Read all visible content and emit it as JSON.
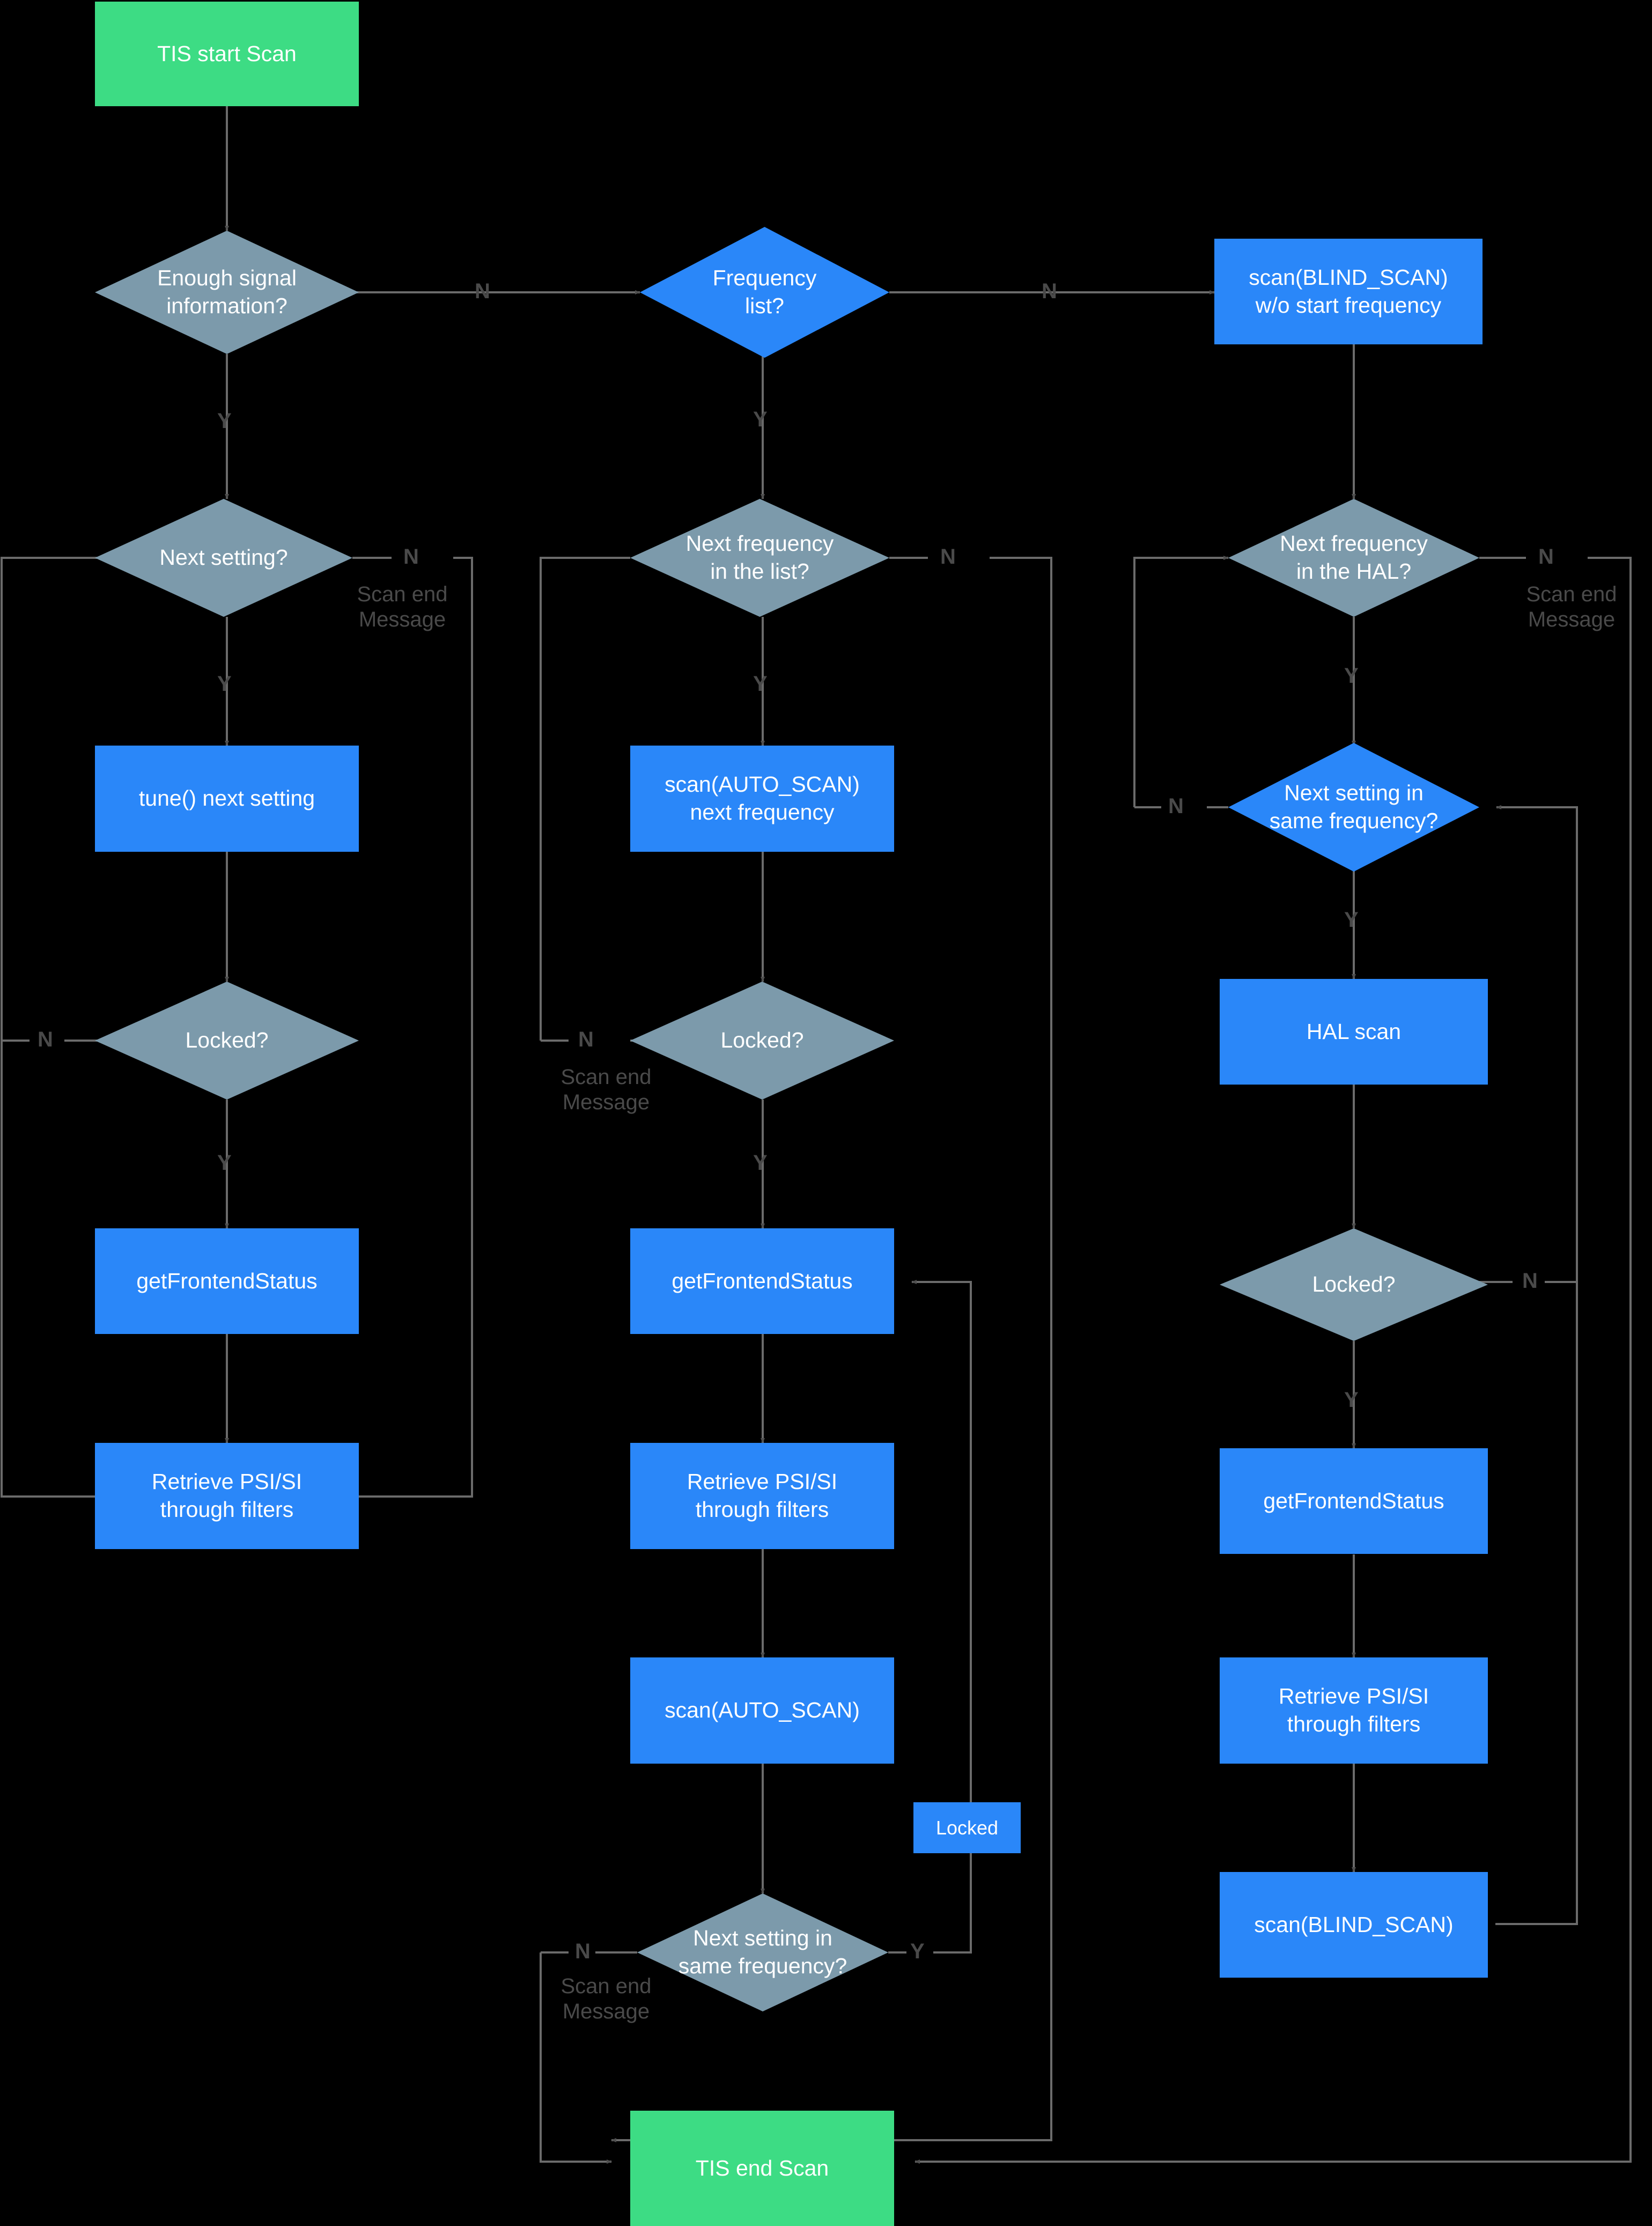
{
  "diagram": {
    "title": "TIS Scan Flowchart",
    "colors": {
      "background": "#000000",
      "terminator": "#3ddc84",
      "process": "#2a87f9",
      "decision_gray": "#7c9aab",
      "decision_blue": "#2a87f9",
      "edge": "#6b6b6b",
      "edge_label": "#4a4a4a",
      "node_text": "#ffffff"
    },
    "nodes": {
      "start": {
        "label": "TIS start Scan",
        "type": "terminator"
      },
      "enough_signal": {
        "label": "Enough signal\ninformation?",
        "type": "decision"
      },
      "frequency_list": {
        "label": "Frequency\nlist?",
        "type": "decision"
      },
      "blind_scan_no_start": {
        "label": "scan(BLIND_SCAN)\nw/o start frequency",
        "type": "process"
      },
      "next_setting": {
        "label": "Next setting?",
        "type": "decision"
      },
      "next_freq_list": {
        "label": "Next frequency\nin the list?",
        "type": "decision"
      },
      "next_freq_hal": {
        "label": "Next frequency\nin the HAL?",
        "type": "decision"
      },
      "tune_next_setting": {
        "label": "tune() next setting",
        "type": "process"
      },
      "auto_scan_next_freq": {
        "label": "scan(AUTO_SCAN)\nnext frequency",
        "type": "process"
      },
      "next_setting_same_freq_right": {
        "label": "Next setting in\nsame frequency?",
        "type": "decision"
      },
      "locked_left": {
        "label": "Locked?",
        "type": "decision"
      },
      "locked_mid": {
        "label": "Locked?",
        "type": "decision"
      },
      "hal_scan": {
        "label": "HAL scan",
        "type": "process"
      },
      "locked_right": {
        "label": "Locked?",
        "type": "decision"
      },
      "get_frontend_status_left": {
        "label": "getFrontendStatus",
        "type": "process"
      },
      "get_frontend_status_mid": {
        "label": "getFrontendStatus",
        "type": "process"
      },
      "get_frontend_status_right": {
        "label": "getFrontendStatus",
        "type": "process"
      },
      "retrieve_psi_left": {
        "label": "Retrieve PSI/SI\nthrough filters",
        "type": "process"
      },
      "retrieve_psi_mid": {
        "label": "Retrieve PSI/SI\nthrough filters",
        "type": "process"
      },
      "retrieve_psi_right": {
        "label": "Retrieve PSI/SI\nthrough filters",
        "type": "process"
      },
      "auto_scan": {
        "label": "scan(AUTO_SCAN)",
        "type": "process"
      },
      "locked_tag": {
        "label": "Locked",
        "type": "process"
      },
      "next_setting_same_freq_mid": {
        "label": "Next setting in\nsame frequency?",
        "type": "decision"
      },
      "blind_scan": {
        "label": "scan(BLIND_SCAN)",
        "type": "process"
      },
      "end": {
        "label": "TIS end Scan",
        "type": "terminator"
      }
    },
    "edge_labels": {
      "n1": "N",
      "n2": "N",
      "n3": "N",
      "n4": "N",
      "n5": "N",
      "n6": "N",
      "n7": "N",
      "n8": "N",
      "n9": "N",
      "y1": "Y",
      "y2": "Y",
      "y3": "Y",
      "y4": "Y",
      "y5": "Y",
      "y6": "Y",
      "y7": "Y",
      "y8": "Y"
    },
    "notes": {
      "scan_end_left": "Scan end\nMessage",
      "scan_end_mid_top": "Scan end\nMessage",
      "scan_end_mid_bottom": "Scan end\nMessage",
      "scan_end_right": "Scan end\nMessage"
    }
  }
}
